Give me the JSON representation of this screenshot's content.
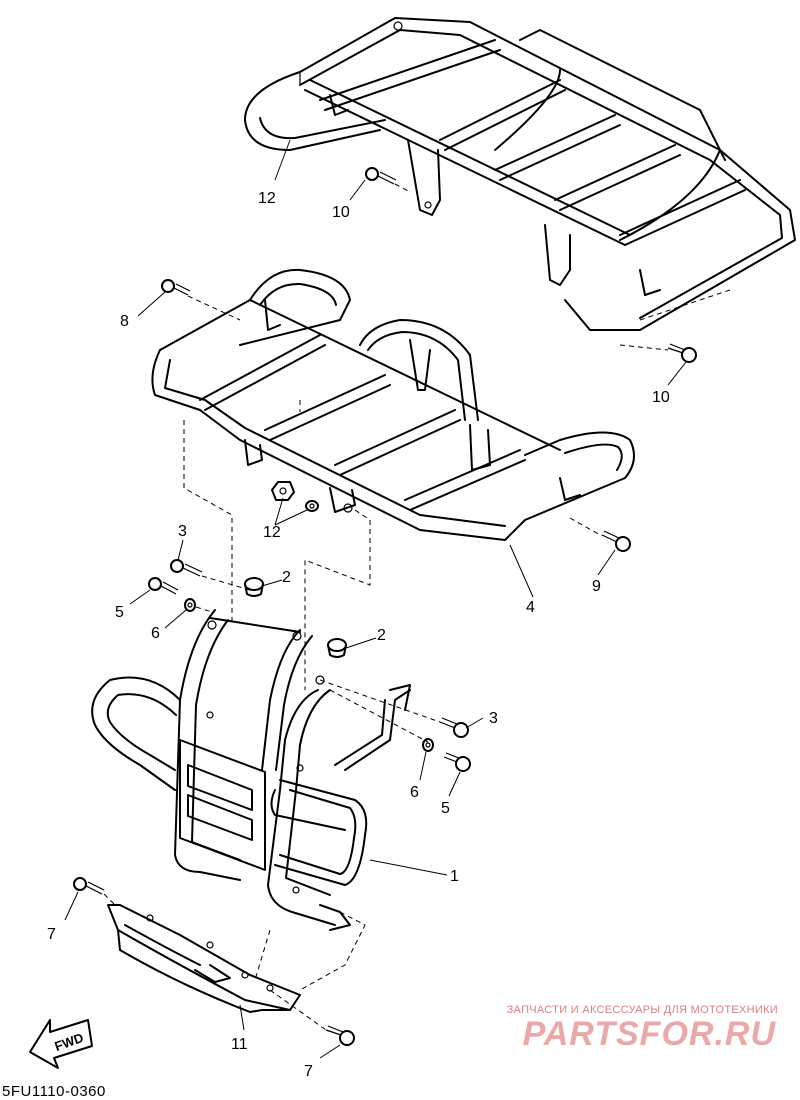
{
  "diagram": {
    "code": "5FU1110-0360",
    "callouts": [
      "1",
      "2",
      "2",
      "3",
      "3",
      "4",
      "5",
      "5",
      "6",
      "6",
      "7",
      "7",
      "8",
      "9",
      "10",
      "10",
      "11",
      "12",
      "12"
    ],
    "fwd_label": "FWD"
  },
  "watermark": {
    "tagline": "ЗАПЧАСТИ И АКСЕССУАРЫ ДЛЯ МОТОТЕХНИКИ",
    "brand": "PARTSFOR.RU"
  }
}
